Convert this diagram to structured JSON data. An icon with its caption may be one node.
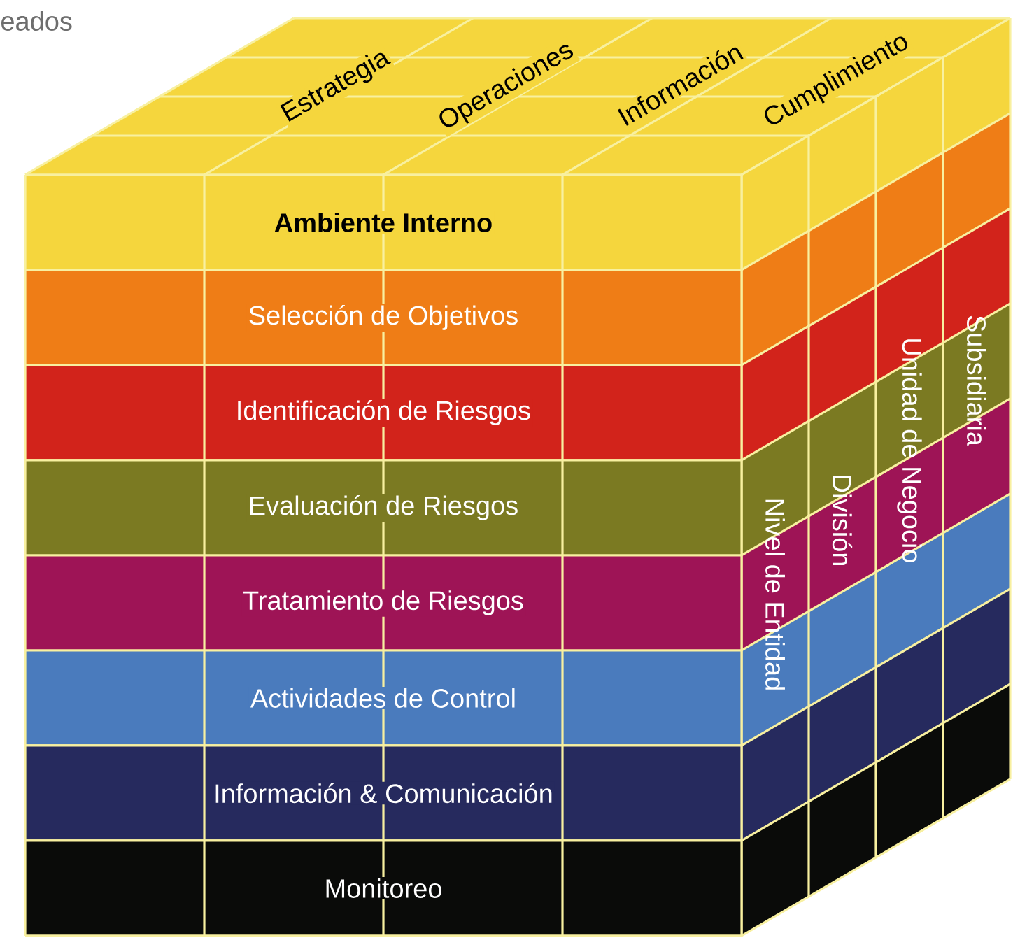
{
  "diagram": {
    "nodes": [
      {
        "text": [
          "Estrategia"
        ]
      },
      {
        "text": [
          "Operaciones"
        ]
      },
      {
        "text": [
          "Información"
        ]
      },
      {
        "text": [
          "Cumplimiento"
        ]
      },
      {
        "text": [
          "Ambiente Interno"
        ]
      },
      {
        "text": [
          "Selección de Objetivos"
        ]
      },
      {
        "text": [
          "Identificación de Riesgos"
        ]
      },
      {
        "text": [
          "Evaluación de Riesgos"
        ]
      },
      {
        "text": [
          "Tratamiento de Riesgos"
        ]
      },
      {
        "text": [
          "Actividades de Control"
        ]
      },
      {
        "text": [
          "Información & Comunicación"
        ]
      },
      {
        "text": [
          "Monitoreo"
        ]
      },
      {
        "text": [
          "Nivel de Entidad"
        ]
      },
      {
        "text": [
          "División"
        ]
      },
      {
        "text": [
          "Unidad de Negocio"
        ]
      },
      {
        "text": [
          "Subsidiaria"
        ]
      }
    ],
    "labels": [
      "eados"
    ]
  }
}
